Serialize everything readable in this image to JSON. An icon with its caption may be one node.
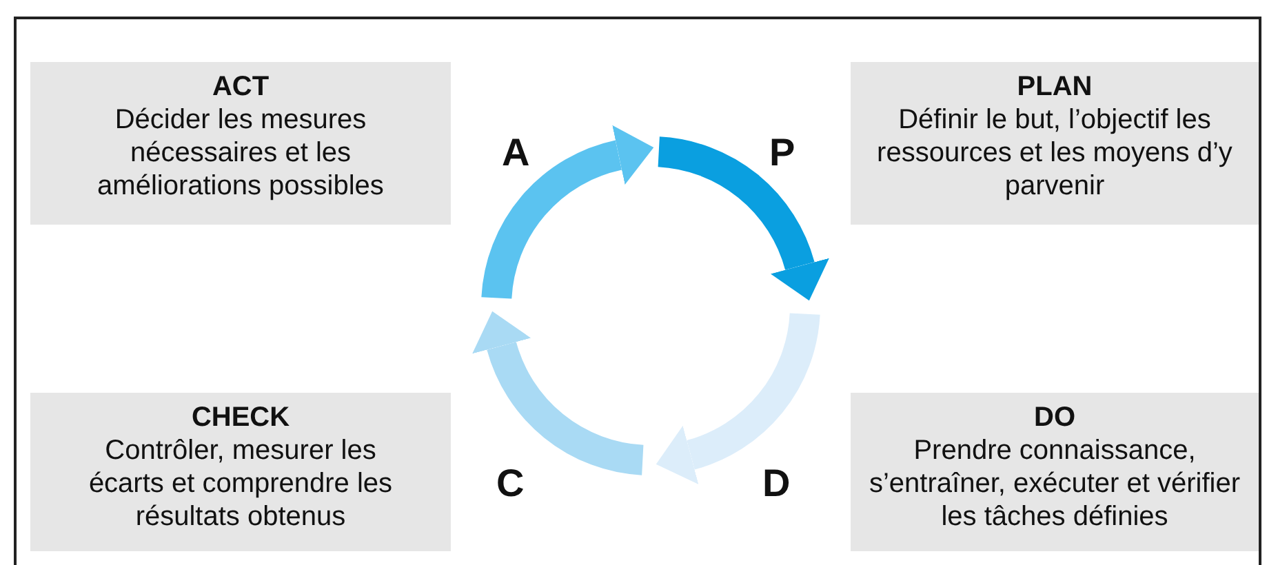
{
  "diagram": {
    "nodes": [
      {
        "text": [
          "ACT",
          "Décider les mesures nécessaires et les améliorations possibles"
        ]
      },
      {
        "text": [
          "PLAN",
          "Définir le but, l’objectif les ressources et les moyens d’y parvenir"
        ]
      },
      {
        "text": [
          "CHECK",
          "Contrôler, mesurer les écarts et comprendre les résultats obtenus"
        ]
      },
      {
        "text": [
          "DO",
          "Prendre connaissance, s’entraîner, exécuter et vérifier les tâches définies"
        ]
      }
    ],
    "labels": [
      "A",
      "P",
      "C",
      "D"
    ]
  }
}
